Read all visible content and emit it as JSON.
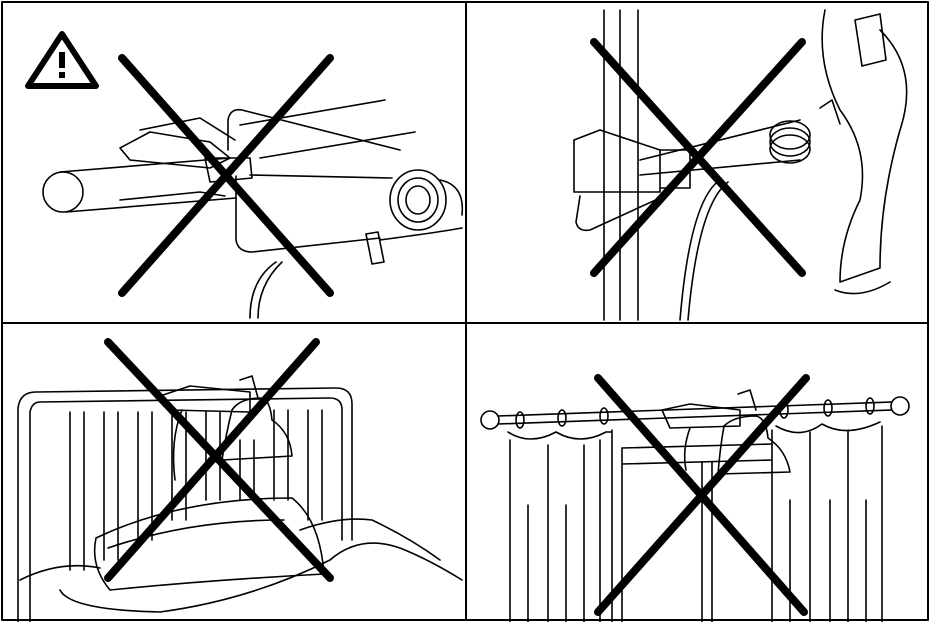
{
  "document": {
    "type": "assembly-instruction-warning-sheet",
    "ink_color": "#000000",
    "paper_color": "#ffffff",
    "warning_icon": {
      "icon": "warning-triangle-icon",
      "symbol": "!"
    },
    "panels": [
      {
        "subject": "clamp-lamp-on-round-rail",
        "prohibited": true
      },
      {
        "subject": "clamp-lamp-on-vertical-post",
        "prohibited": true
      },
      {
        "subject": "clamp-lamp-on-bed-headboard",
        "prohibited": true
      },
      {
        "subject": "clamp-lamp-on-curtain-rod",
        "prohibited": true
      }
    ]
  }
}
